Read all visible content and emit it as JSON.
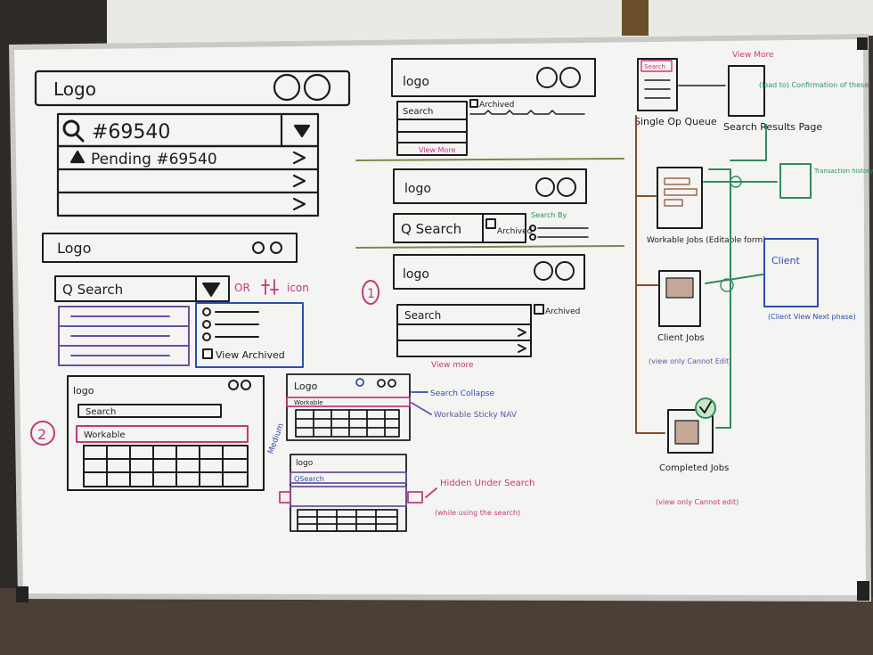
{
  "board": {
    "ink": {
      "black": "#1c1c1c",
      "purple": "#6b4fa0",
      "magenta": "#c13a7a",
      "brown": "#8b4a2a",
      "green": "#2f8c5e",
      "teal": "#2b8f8a",
      "blue": "#2c4fa8",
      "olive": "#7a8a4a"
    },
    "colors": {
      "wall": "#e9e9e6",
      "board": "#f4f4f2",
      "frame": "#c9c9c6",
      "carpet": "#4a4038",
      "door": "#6b4f2a"
    }
  },
  "sketch1": {
    "logo": "Logo",
    "search_value": "#69540",
    "pending_label": "Pending #69540"
  },
  "sketch2": {
    "logo": "Logo",
    "search": "Q Search",
    "or_note": "OR",
    "icon_note": "icon",
    "view_archived": "View Archived"
  },
  "sketch3": {
    "logo": "logo",
    "search": "Search",
    "workable": "Workable",
    "annotation": "2"
  },
  "sketch4": {
    "logo": "Logo",
    "workable": "Workable",
    "search_collapse": "Search Collapse",
    "workable_sticky": "Workable Sticky NAV",
    "side_note": "Medium",
    "logo_b": "logo",
    "search_b": "QSearch",
    "hidden": "Hidden Under Search",
    "while_using": "(while using the search)"
  },
  "sketch5": {
    "logo": "logo",
    "search": "Search",
    "archived": "Archived",
    "view_more": "View More"
  },
  "sketch6": {
    "logo": "logo",
    "search": "Q Search",
    "archived": "Archived",
    "search_by": "Search By"
  },
  "sketch7": {
    "logo": "logo",
    "search": "Search",
    "archived": "Archived",
    "view_more": "View more",
    "annotation": "1"
  },
  "flow": {
    "search_tag": "Search",
    "single_queue": "Single Op Queue",
    "search_results": "Search Results Page",
    "view_more": "View More",
    "lead_to": "(lead to) Confirmation of these",
    "workable": "Workable Jobs (Editable form)",
    "client_jobs": "Client Jobs",
    "client_jobs_note": "(view only Cannot Edit)",
    "client": "Client",
    "client_view": "(Client View Next phase)",
    "transaction": "Transaction history",
    "completed": "Completed Jobs",
    "completed_note": "(view only Cannot edit)"
  }
}
